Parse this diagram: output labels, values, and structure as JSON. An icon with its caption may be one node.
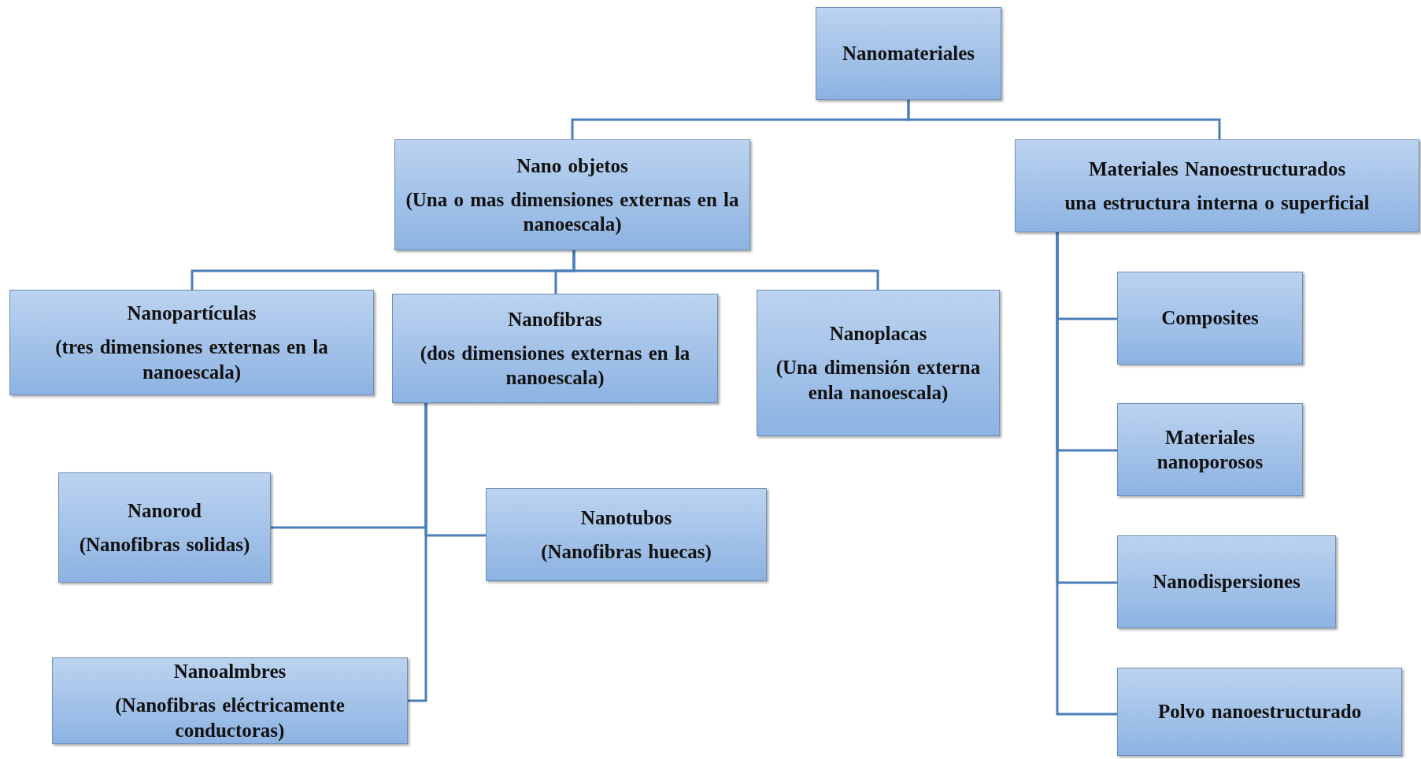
{
  "diagram": {
    "nodes": [
      {
        "text": [
          "Nanomateriales"
        ]
      },
      {
        "text": [
          "Nano objetos",
          "(Una o mas dimensiones externas en la nanoescala)"
        ]
      },
      {
        "text": [
          "Materiales Nanoestructurados",
          "una estructura interna o superficial"
        ]
      },
      {
        "text": [
          "Nanopartículas",
          "(tres dimensiones externas en la nanoescala)"
        ]
      },
      {
        "text": [
          "Nanofibras",
          "(dos dimensiones externas en la nanoescala)"
        ]
      },
      {
        "text": [
          "Nanoplacas",
          "(Una dimensión externa enla nanoescala)"
        ]
      },
      {
        "text": [
          "Nanorod",
          "(Nanofibras solidas)"
        ]
      },
      {
        "text": [
          "Nanotubos",
          "(Nanofibras huecas)"
        ]
      },
      {
        "text": [
          "Nanoalmbres",
          "(Nanofibras eléctricamente conductoras)"
        ]
      },
      {
        "text": [
          "Composites"
        ]
      },
      {
        "text": [
          "Materiales nanoporosos"
        ]
      },
      {
        "text": [
          "Nanodispersiones"
        ]
      },
      {
        "text": [
          "Polvo nanoestructurado"
        ]
      }
    ],
    "edges": [
      {
        "from": 0,
        "to": 1,
        "arrow": "none"
      },
      {
        "from": 0,
        "to": 2,
        "arrow": "none"
      },
      {
        "from": 1,
        "to": 3,
        "arrow": "none"
      },
      {
        "from": 1,
        "to": 4,
        "arrow": "none"
      },
      {
        "from": 1,
        "to": 5,
        "arrow": "none"
      },
      {
        "from": 4,
        "to": 6,
        "arrow": "none"
      },
      {
        "from": 4,
        "to": 7,
        "arrow": "none"
      },
      {
        "from": 4,
        "to": 8,
        "arrow": "none"
      },
      {
        "from": 2,
        "to": 9,
        "arrow": "none"
      },
      {
        "from": 2,
        "to": 10,
        "arrow": "none"
      },
      {
        "from": 2,
        "to": 11,
        "arrow": "none"
      },
      {
        "from": 2,
        "to": 12,
        "arrow": "none"
      }
    ]
  }
}
